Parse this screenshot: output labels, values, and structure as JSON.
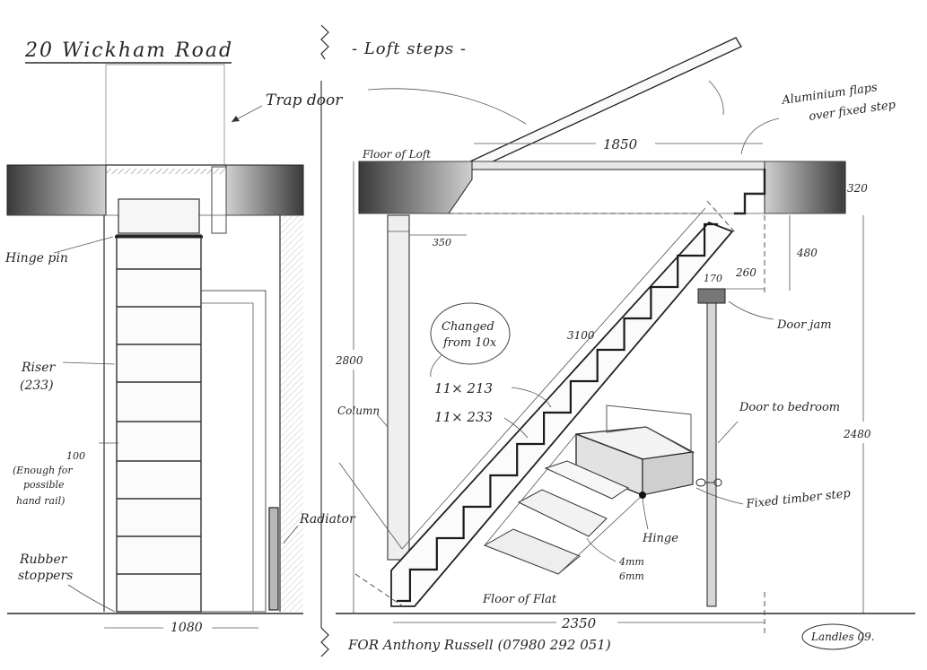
{
  "title": "20 Wickham Road",
  "subtitle": "- Loft steps -",
  "footer": "FOR Anthony Russell (07980 292 051)",
  "signature": "Landles 09.",
  "labels": {
    "trap_door": "Trap door",
    "hinge_pin": "Hinge pin",
    "riser": "Riser",
    "riser_value": "(233)",
    "gap_100": "100",
    "handrail_note_1": "(Enough for",
    "handrail_note_2": "possible",
    "handrail_note_3": "hand rail)",
    "rubber_1": "Rubber",
    "rubber_2": "stoppers",
    "radiator": "Radiator",
    "floor_of_loft": "Floor of Loft",
    "aluminium_1": "Aluminium flaps",
    "aluminium_2": "over fixed step",
    "changed_1": "Changed",
    "changed_2": "from 10x",
    "count_213": "11×  213",
    "count_233": "11×  233",
    "column": "Column",
    "door_jam": "Door jam",
    "door_to_bedroom": "Door to bedroom",
    "fixed_step": "Fixed timber step",
    "hinge": "Hinge",
    "mm4": "4mm",
    "mm6": "6mm",
    "floor_of_flat": "Floor of Flat"
  },
  "dimensions": {
    "width_1080": "1080",
    "span_1850": "1850",
    "depth_320": "320",
    "d480": "480",
    "d350": "350",
    "d170": "170",
    "d260": "260",
    "length_3100": "3100",
    "height_2800": "2800",
    "height_2480": "2480",
    "span_2350": "2350"
  }
}
